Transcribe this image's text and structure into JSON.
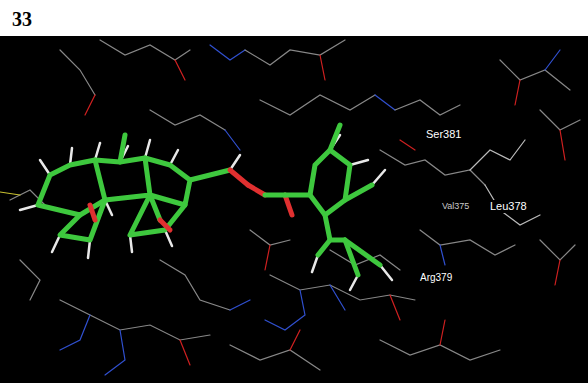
{
  "diagram": {
    "labels": [
      "33",
      "Ser381",
      "Val375",
      "Leu378",
      "Arg379"
    ]
  }
}
